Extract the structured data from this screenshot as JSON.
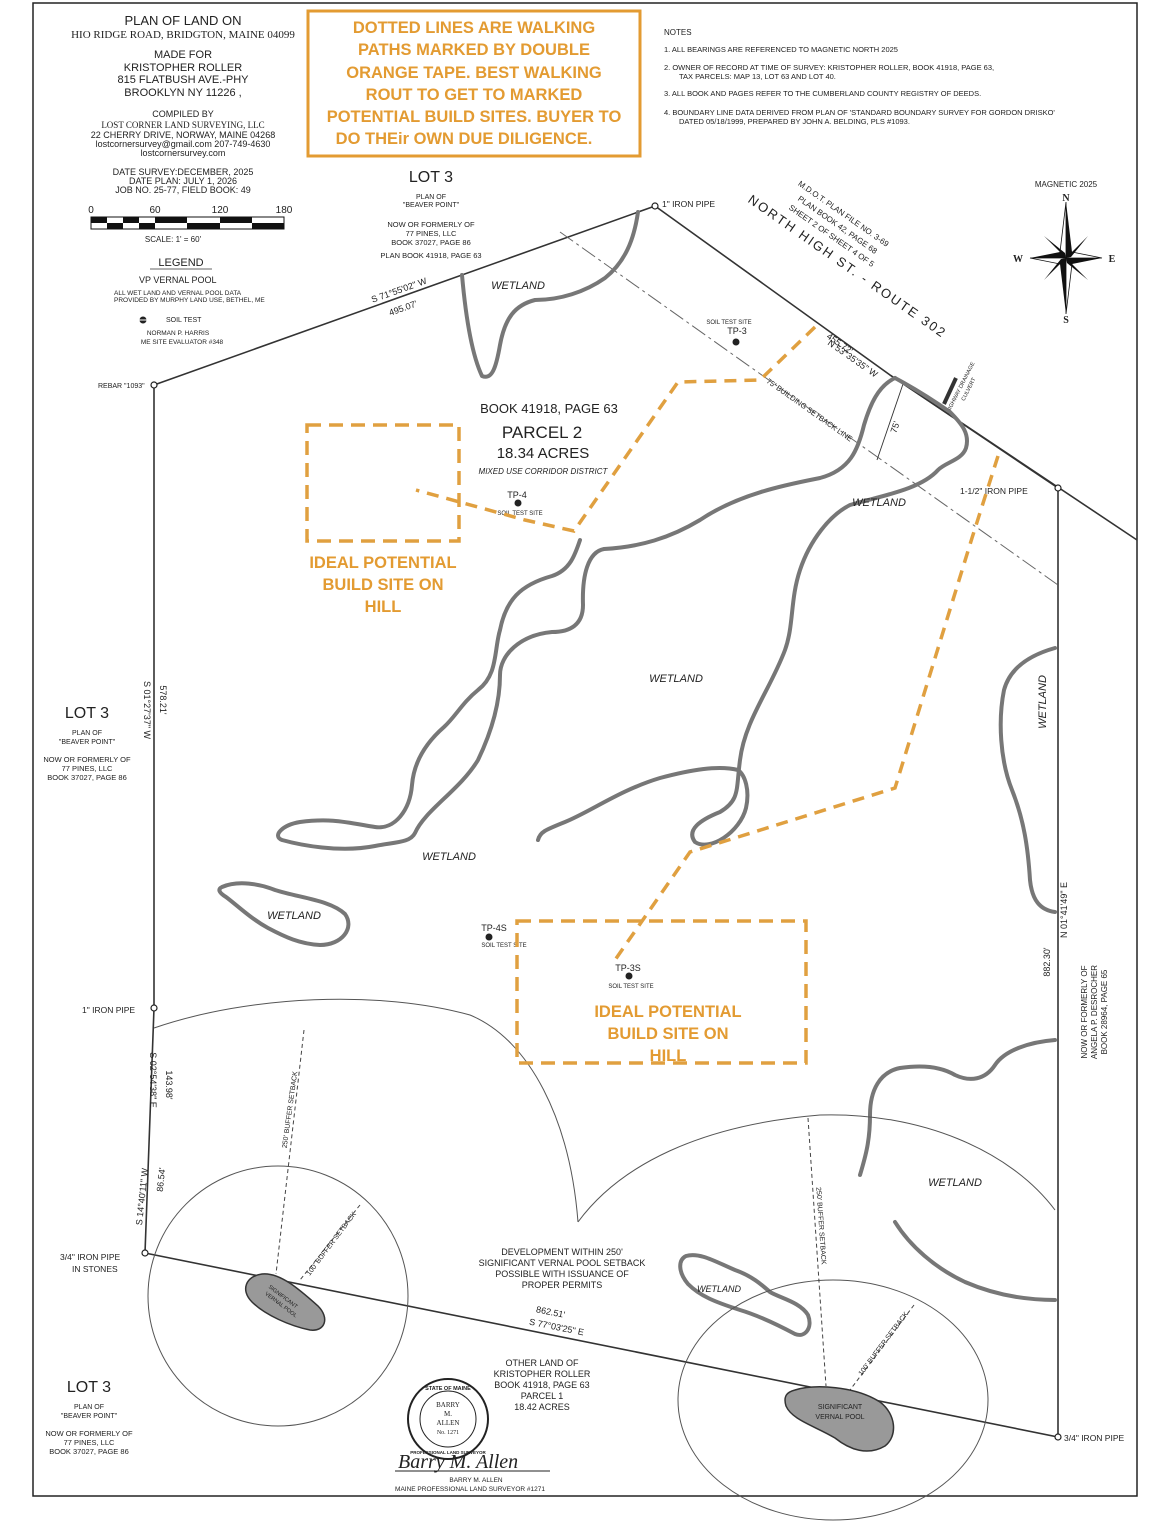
{
  "title_block": {
    "l1": "PLAN OF LAND ON",
    "l2": "HIO RIDGE ROAD, BRIDGTON, MAINE 04099",
    "l3": "MADE FOR",
    "l4": "KRISTOPHER ROLLER",
    "l5": "815 FLATBUSH AVE.-PHY",
    "l6": "BROOKLYN NY 11226 ,",
    "l7": "COMPILED BY",
    "l8": "LOST CORNER LAND SURVEYING, LLC",
    "l9": "22 CHERRY DRIVE, NORWAY, MAINE 04268",
    "l10": "lostcornersurvey@gmail.com        207-749-4630",
    "l11": "lostcornersurvey.com",
    "l12": "DATE SURVEY:DECEMBER, 2025",
    "l13": "DATE PLAN:  JULY 1, 2026",
    "l14": "JOB NO. 25-77, FIELD BOOK: 49"
  },
  "scale": {
    "t0": "0",
    "t1": "60",
    "t2": "120",
    "t3": "180",
    "label": "SCALE:  1' = 60'"
  },
  "legend": {
    "title": "LEGEND",
    "vp": "VP    VERNAL POOL",
    "wet1": "ALL WET LAND AND VERNAL POOL DATA",
    "wet2": "PROVIDED BY MURPHY LAND USE, BETHEL, ME",
    "soil": "SOIL TEST",
    "eval1": "NORMAN P. HARRIS",
    "eval2": "ME SITE EVALUATOR #348"
  },
  "callout": {
    "l1": "DOTTED LINES ARE WALKING",
    "l2": "PATHS MARKED BY DOUBLE",
    "l3": "ORANGE TAPE. BEST WALKING",
    "l4": "ROUT TO GET TO MARKED",
    "l5": "POTENTIAL BUILD SITES. BUYER TO",
    "l6": "DO THEir OWN DUE DILIGENCE."
  },
  "notes": {
    "title": "NOTES",
    "n1": "1.  ALL BEARINGS ARE REFERENCED TO MAGNETIC NORTH 2025",
    "n2a": "2.  OWNER OF RECORD AT TIME OF SURVEY: KRISTOPHER ROLLER, BOOK 41918, PAGE 63,",
    "n2b": "TAX PARCELS: MAP 13, LOT 63 AND LOT 40.",
    "n3": "3.  ALL BOOK AND PAGES REFER TO THE CUMBERLAND COUNTY REGISTRY OF DEEDS.",
    "n4a": "4.  BOUNDARY LINE DATA DERIVED FROM PLAN OF 'STANDARD BOUNDARY SURVEY FOR GORDON DRISKO'",
    "n4b": "DATED 05/18/1999, PREPARED BY JOHN A. BELDING, PLS #1093."
  },
  "magnetic": "MAGNETIC 2025",
  "compass": {
    "n": "N",
    "s": "S",
    "e": "E",
    "w": "W"
  },
  "lot3_top": {
    "t": "LOT 3",
    "a": "PLAN OF",
    "b": "\"BEAVER POINT\"",
    "c": "NOW OR FORMERLY OF",
    "d": "77 PINES, LLC",
    "e": "BOOK 37027, PAGE 86",
    "f": "PLAN BOOK 41918, PAGE 63"
  },
  "lot3_left": {
    "t": "LOT 3",
    "a": "PLAN OF",
    "b": "\"BEAVER POINT\"",
    "c": "NOW OR FORMERLY OF",
    "d": "77 PINES, LLC",
    "e": "BOOK 37027, PAGE 86"
  },
  "lot3_bottom": {
    "t": "LOT 3",
    "a": "PLAN OF",
    "b": "\"BEAVER POINT\"",
    "c": "NOW OR FORMERLY OF",
    "d": "77 PINES, LLC",
    "e": "BOOK 37027, PAGE 86"
  },
  "road": {
    "name": "NORTH HIGH ST. - ROUTE 302",
    "mdot1": "M.D.O.T. PLAN FILE NO. 3-69",
    "mdot2": "PLAN BOOK 42, PAGE 68",
    "mdot3": "SHEET 2 OF SHEET 4 OF 5"
  },
  "parcel": {
    "book": "BOOK  41918,  PAGE  63",
    "name": "PARCEL  2",
    "acres": "18.34 ACRES",
    "district": "MIXED USE CORRIDOR DISTRICT"
  },
  "bearings": {
    "b1": "S 71°55'02\" W",
    "d1": "495.07'",
    "b2": "N 53°35'35\" W",
    "d2": "455.72'",
    "b3": "S 01°27'37\" W",
    "d3": "578.21'",
    "b4": "S 02°54'38\" E",
    "d4": "143.98'",
    "b5": "S 14°40'11\" W",
    "d5": "86.54'",
    "b6": "S 77°03'25\" E",
    "d6": "862.51'",
    "b7": "N 01°41'49\" E",
    "d7": "882.30'"
  },
  "monuments": {
    "ip1": "1\" IRON PIPE",
    "rebar": "REBAR \"1093\"",
    "ip15": "1-1/2\" IRON PIPE",
    "ip1b": "1\" IRON PIPE",
    "ip34a": "3/4\" IRON PIPE",
    "ip34a2": "IN STONES",
    "ip34b": "3/4\" IRON PIPE"
  },
  "setback": {
    "building": "75' BUILDING SETBACK LINE",
    "dim": "75'",
    "buf250": "250' BUFFER SETBACK",
    "buf100": "100' BUFFER SETBACK"
  },
  "culvert": {
    "a": "HIGHWAY DRAINAGE",
    "b": "CULVERT"
  },
  "wetland": "WETLAND",
  "soil_tests": {
    "tp3": "TP-3",
    "tp4": "TP-4",
    "tp4s": "TP-4S",
    "tp3s": "TP-3S",
    "label": "SOIL TEST SITE"
  },
  "build_site": {
    "l1": "IDEAL POTENTIAL",
    "l2": "BUILD SITE ON",
    "l3": "HILL"
  },
  "vernal": {
    "a": "SIGNIFICANT",
    "b": "VERNAL POOL"
  },
  "development": {
    "l1": "DEVELOPMENT WITHIN 250'",
    "l2": "SIGNIFICANT VERNAL POOL SETBACK",
    "l3": "POSSIBLE WITH ISSUANCE OF",
    "l4": "PROPER PERMITS"
  },
  "other_land": {
    "l1": "OTHER LAND OF",
    "l2": "KRISTOPHER ROLLER",
    "l3": "BOOK 41918, PAGE 63",
    "l4": "PARCEL 1",
    "l5": "18.42 ACRES"
  },
  "desrocher": {
    "l1": "NOW OR FORMERLY OF",
    "l2": "ANGELA P. DESROCHER",
    "l3": "BOOK 28964, PAGE 65"
  },
  "seal": {
    "top": "STATE OF MAINE",
    "n1": "BARRY",
    "n2": "M.",
    "n3": "ALLEN",
    "n4": "No. 1271",
    "bottom": "PROFESSIONAL LAND SURVEYOR"
  },
  "surveyor": {
    "sig": "Barry M. Allen",
    "name": "BARRY M. ALLEN",
    "title": "MAINE PROFESSIONAL LAND SURVEYOR #1271"
  }
}
